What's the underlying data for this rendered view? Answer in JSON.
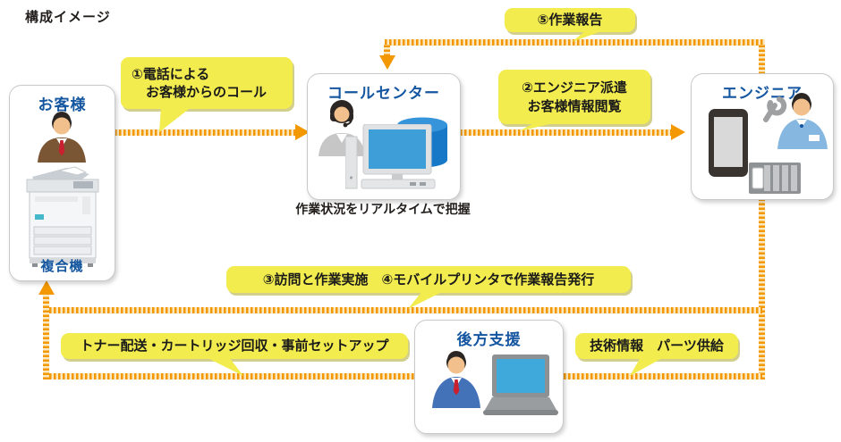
{
  "title": "構成イメージ",
  "colors": {
    "accent_orange": "#F39800",
    "callout_yellow": "#F2EC4E",
    "label_blue": "#1456A0"
  },
  "nodes": {
    "customer": {
      "label": "お客様",
      "device_label": "複合機"
    },
    "call_center": {
      "label": "コールセンター",
      "caption": "作業状況をリアルタイムで把握"
    },
    "engineer": {
      "label": "エンジニア"
    },
    "back_support": {
      "label": "後方支援"
    }
  },
  "callouts": {
    "step1": {
      "lines": [
        "①電話による",
        "お客様からのコール"
      ]
    },
    "step2": {
      "lines": [
        "②エンジニア派遣",
        "お客様情報閲覧"
      ]
    },
    "step5": {
      "label": "⑤作業報告"
    },
    "step3_4": {
      "label": "③訪問と作業実施　④モバイルプリンタで作業報告発行"
    },
    "toner": {
      "label": "トナー配送・カートリッジ回収・事前セットアップ"
    },
    "tech": {
      "label": "技術情報　パーツ供給"
    }
  }
}
